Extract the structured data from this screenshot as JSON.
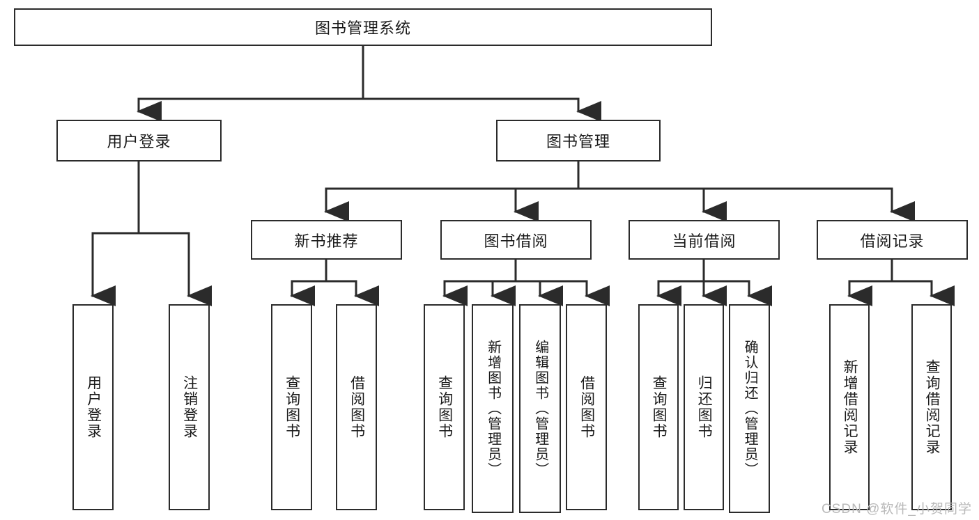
{
  "diagram": {
    "title_node": {
      "label": "图书管理系统"
    },
    "level2": [
      {
        "id": "user-login",
        "label": "用户登录"
      },
      {
        "id": "book-management",
        "label": "图书管理"
      }
    ],
    "level3": [
      {
        "id": "new-book-recommend",
        "label": "新书推荐"
      },
      {
        "id": "book-borrow",
        "label": "图书借阅"
      },
      {
        "id": "current-borrow",
        "label": "当前借阅"
      },
      {
        "id": "borrow-record",
        "label": "借阅记录"
      }
    ],
    "leaves": {
      "user_login": [
        {
          "id": "leaf-user-login",
          "label": "用户登录"
        },
        {
          "id": "leaf-logout-login",
          "label": "注销登录"
        }
      ],
      "new_book_recommend": [
        {
          "id": "leaf-query-book-1",
          "label": "查询图书"
        },
        {
          "id": "leaf-borrow-book-1",
          "label": "借阅图书"
        }
      ],
      "book_borrow": [
        {
          "id": "leaf-query-book-2",
          "label": "查询图书"
        },
        {
          "id": "leaf-add-book",
          "label": "新增图书（管理员）"
        },
        {
          "id": "leaf-edit-book",
          "label": "编辑图书（管理员）"
        },
        {
          "id": "leaf-borrow-book-2",
          "label": "借阅图书"
        }
      ],
      "current_borrow": [
        {
          "id": "leaf-query-book-3",
          "label": "查询图书"
        },
        {
          "id": "leaf-return-book",
          "label": "归还图书"
        },
        {
          "id": "leaf-confirm-return",
          "label": "确认归还（管理员）"
        }
      ],
      "borrow_record": [
        {
          "id": "leaf-add-record",
          "label": "新增借阅记录"
        },
        {
          "id": "leaf-query-record",
          "label": "查询借阅记录"
        }
      ]
    }
  },
  "watermark": {
    "text": "CSDN @软件_小贺同学"
  },
  "colors": {
    "box_border": "#2b2b2b",
    "box_fill": "#ffffff",
    "line": "#2b2b2b",
    "text": "#1a1a1a",
    "watermark": "#b9b9b9",
    "background": "#ffffff"
  }
}
